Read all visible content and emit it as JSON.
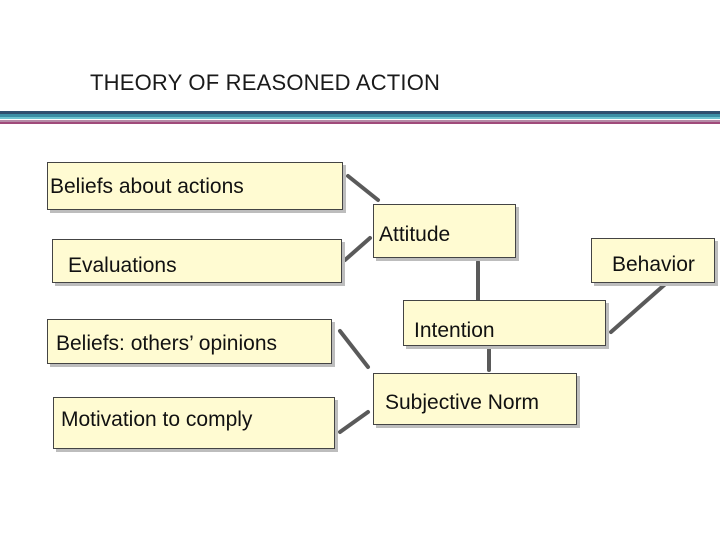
{
  "title": "THEORY OF REASONED ACTION",
  "boxes": {
    "beliefs_about_actions": "Beliefs about actions",
    "evaluations": "Evaluations",
    "beliefs_others": "Beliefs: others’ opinions",
    "motivation": "Motivation to comply",
    "attitude": "Attitude",
    "intention": "Intention",
    "subjective_norm": "Subjective Norm",
    "behavior": "Behavior"
  },
  "colors": {
    "box_fill": "#fffbd2",
    "connector": "#5a5a5a",
    "rule_bands": [
      "#2f4f6f",
      "#3b8ea5",
      "#6ec3cf",
      "#b58aa6",
      "#a04a7a"
    ]
  }
}
